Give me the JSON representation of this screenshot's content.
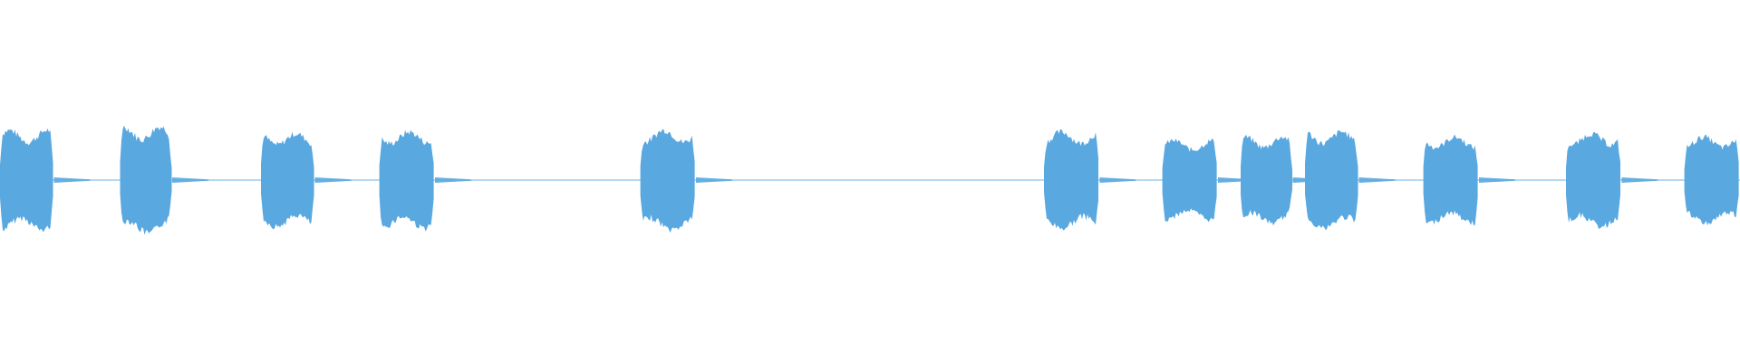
{
  "waveform": {
    "color": "#5aa8e0",
    "background": "#ffffff",
    "center_line_opacity": 0.75,
    "segments": [
      {
        "start": 0.0,
        "end": 0.031,
        "amplitude": 0.29
      },
      {
        "start": 0.069,
        "end": 0.099,
        "amplitude": 0.31
      },
      {
        "start": 0.15,
        "end": 0.181,
        "amplitude": 0.27
      },
      {
        "start": 0.218,
        "end": 0.25,
        "amplitude": 0.28
      },
      {
        "start": 0.368,
        "end": 0.4,
        "amplitude": 0.29
      },
      {
        "start": 0.6,
        "end": 0.632,
        "amplitude": 0.28
      },
      {
        "start": 0.668,
        "end": 0.7,
        "amplitude": 0.23
      },
      {
        "start": 0.713,
        "end": 0.743,
        "amplitude": 0.25
      },
      {
        "start": 0.75,
        "end": 0.781,
        "amplitude": 0.28
      },
      {
        "start": 0.818,
        "end": 0.85,
        "amplitude": 0.25
      },
      {
        "start": 0.9,
        "end": 0.932,
        "amplitude": 0.27
      },
      {
        "start": 0.968,
        "end": 1.0,
        "amplitude": 0.25
      }
    ]
  }
}
